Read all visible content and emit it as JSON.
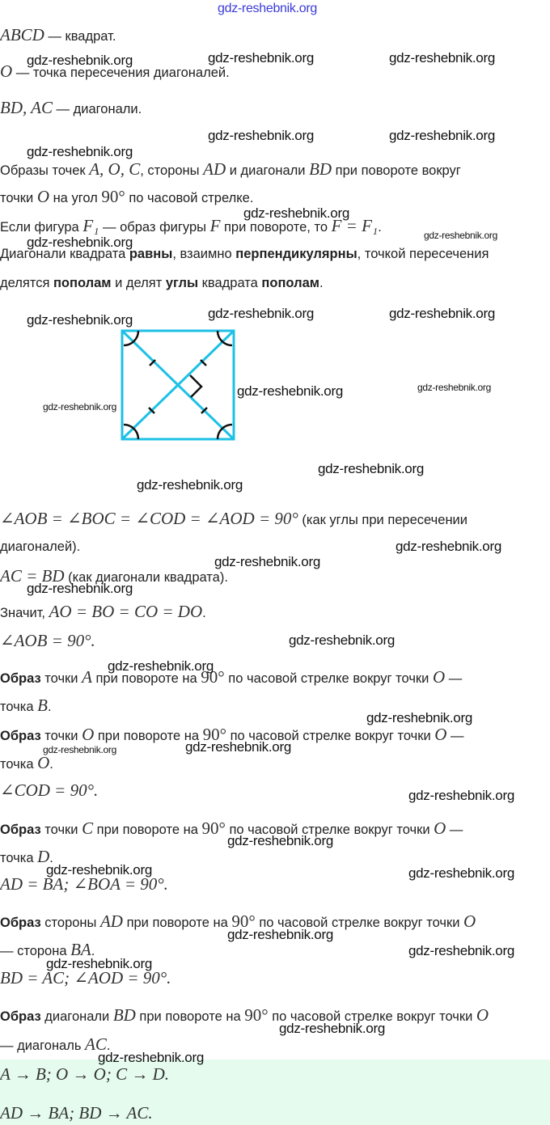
{
  "watermark_top": "gdz-reshebnik.org",
  "watermark": "gdz-reshebnik.org",
  "lines": [
    [
      {
        "t": "ABCD",
        "s": "m"
      },
      {
        "t": " — квадрат."
      }
    ],
    [
      {
        "t": "O",
        "s": "m"
      },
      {
        "t": " — точка пересечения диагоналей."
      }
    ],
    [
      {
        "t": "BD, AC",
        "s": "m"
      },
      {
        "t": " — диагонали."
      }
    ],
    [
      {
        "t": "Образы точек "
      },
      {
        "t": "A, O, C",
        "s": "m"
      },
      {
        "t": ", стороны "
      },
      {
        "t": "AD",
        "s": "m"
      },
      {
        "t": " и диагонали "
      },
      {
        "t": "BD",
        "s": "m"
      },
      {
        "t": " при повороте вокруг"
      }
    ],
    [
      {
        "t": "точки "
      },
      {
        "t": "O",
        "s": "m"
      },
      {
        "t": " на угол "
      },
      {
        "t": "90°",
        "s": "m n"
      },
      {
        "t": " по часовой стрелке."
      }
    ],
    [
      {
        "t": "Если фигура "
      },
      {
        "t": "F₁",
        "s": "m"
      },
      {
        "t": " — образ фигуры "
      },
      {
        "t": "F",
        "s": "m"
      },
      {
        "t": " при повороте, то "
      },
      {
        "t": "F = F₁",
        "s": "m"
      },
      {
        "t": "."
      }
    ],
    [
      {
        "t": "Диагонали квадрата "
      },
      {
        "t": "равны",
        "s": "b"
      },
      {
        "t": ", взаимно "
      },
      {
        "t": "перпендикулярны",
        "s": "b"
      },
      {
        "t": ", точкой пересечения"
      }
    ],
    [
      {
        "t": "делятся "
      },
      {
        "t": "пополам",
        "s": "b"
      },
      {
        "t": " и делят "
      },
      {
        "t": "углы",
        "s": "b"
      },
      {
        "t": " квадрата "
      },
      {
        "t": "пополам",
        "s": "b"
      },
      {
        "t": "."
      }
    ],
    [
      {
        "t": "∠AOB = ∠BOC = ∠COD = ∠AOD = 90°",
        "s": "m"
      },
      {
        "t": " (как углы при пересечении"
      }
    ],
    [
      {
        "t": "диагоналей)."
      }
    ],
    [
      {
        "t": "AC = BD",
        "s": "m"
      },
      {
        "t": " (как диагонали квадрата)."
      }
    ],
    [
      {
        "t": "Значит, "
      },
      {
        "t": "AO = BO = CO = DO",
        "s": "m"
      },
      {
        "t": "."
      }
    ],
    [
      {
        "t": "∠AOB = 90°.",
        "s": "m"
      }
    ],
    [
      {
        "t": "Образ",
        "s": "b"
      },
      {
        "t": " точки "
      },
      {
        "t": "A",
        "s": "m"
      },
      {
        "t": " при повороте на "
      },
      {
        "t": "90°",
        "s": "m n"
      },
      {
        "t": " по часовой стрелке вокруг точки "
      },
      {
        "t": "O",
        "s": "m"
      },
      {
        "t": " —"
      }
    ],
    [
      {
        "t": "точка "
      },
      {
        "t": "B",
        "s": "m"
      },
      {
        "t": "."
      }
    ],
    [
      {
        "t": "Образ",
        "s": "b"
      },
      {
        "t": " точки "
      },
      {
        "t": "O",
        "s": "m"
      },
      {
        "t": " при повороте на "
      },
      {
        "t": "90°",
        "s": "m n"
      },
      {
        "t": " по часовой стрелке вокруг точки "
      },
      {
        "t": "O",
        "s": "m"
      },
      {
        "t": " —"
      }
    ],
    [
      {
        "t": "точка "
      },
      {
        "t": "O",
        "s": "m"
      },
      {
        "t": "."
      }
    ],
    [
      {
        "t": "∠COD = 90°.",
        "s": "m"
      }
    ],
    [
      {
        "t": "Образ",
        "s": "b"
      },
      {
        "t": " точки "
      },
      {
        "t": "C",
        "s": "m"
      },
      {
        "t": " при повороте на "
      },
      {
        "t": "90°",
        "s": "m n"
      },
      {
        "t": " по часовой стрелке вокруг точки "
      },
      {
        "t": "O",
        "s": "m"
      },
      {
        "t": " —"
      }
    ],
    [
      {
        "t": "точка "
      },
      {
        "t": "D",
        "s": "m"
      },
      {
        "t": "."
      }
    ],
    [
      {
        "t": "AD = BA; ∠BOA = 90°.",
        "s": "m"
      }
    ],
    [
      {
        "t": "Образ",
        "s": "b"
      },
      {
        "t": " стороны "
      },
      {
        "t": "AD",
        "s": "m"
      },
      {
        "t": " при повороте на "
      },
      {
        "t": "90°",
        "s": "m n"
      },
      {
        "t": " по часовой стрелке вокруг точки "
      },
      {
        "t": "O",
        "s": "m"
      }
    ],
    [
      {
        "t": "— сторона "
      },
      {
        "t": "BA",
        "s": "m"
      },
      {
        "t": "."
      }
    ],
    [
      {
        "t": "BD = AC; ∠AOD = 90°.",
        "s": "m"
      }
    ],
    [
      {
        "t": "Образ",
        "s": "b"
      },
      {
        "t": " диагонали "
      },
      {
        "t": "BD",
        "s": "m"
      },
      {
        "t": " при повороте на "
      },
      {
        "t": "90°",
        "s": "m n"
      },
      {
        "t": " по часовой стрелке вокруг точки "
      },
      {
        "t": "O",
        "s": "m"
      }
    ],
    [
      {
        "t": "— диагональ "
      },
      {
        "t": "AC",
        "s": "m"
      },
      {
        "t": "."
      }
    ]
  ],
  "answer": [
    [
      {
        "t": "A → B;  O → O;  C → D.",
        "s": "m"
      }
    ],
    [
      {
        "t": "AD → BA;  BD → AC.",
        "s": "m"
      }
    ]
  ],
  "colors": {
    "figure": "#1ec0e6",
    "answer_bg": "#e4fbee",
    "watermark_top": "#3b3bd6"
  }
}
